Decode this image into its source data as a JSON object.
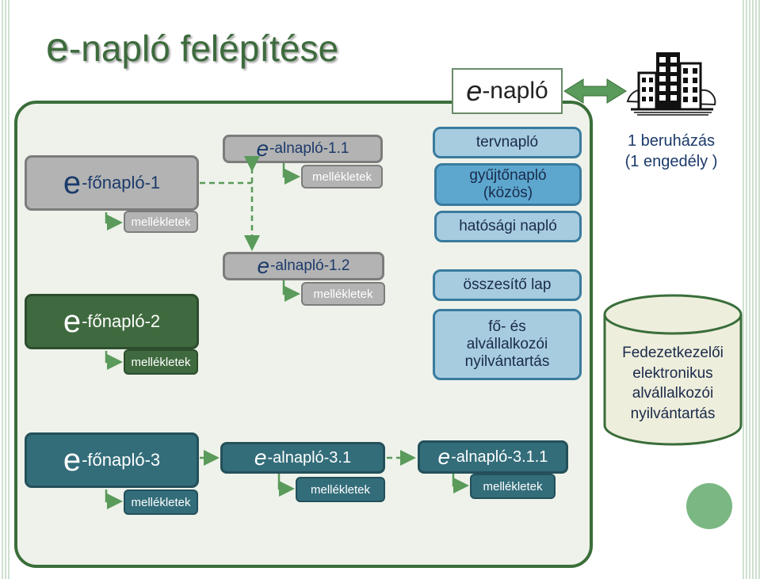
{
  "title": {
    "prefix": "e",
    "rest": "-napló felépítése"
  },
  "header_box": {
    "prefix": "e",
    "rest": "-napló"
  },
  "main_logs": [
    {
      "prefix": "e",
      "rest": "-főnapló-1",
      "attachment": "mellékletek"
    },
    {
      "prefix": "e",
      "rest": "-főnapló-2",
      "attachment": "mellékletek"
    },
    {
      "prefix": "e",
      "rest": "-főnapló-3",
      "attachment": "mellékletek"
    }
  ],
  "sub_logs": [
    {
      "prefix": "e",
      "rest": "-alnapló-1.1",
      "attachment": "mellékletek"
    },
    {
      "prefix": "e",
      "rest": "-alnapló-1.2",
      "attachment": "mellékletek"
    },
    {
      "prefix": "e",
      "rest": "-alnapló-3.1",
      "attachment": "mellékletek"
    },
    {
      "prefix": "e",
      "rest": "-alnapló-3.1.1",
      "attachment": "mellékletek"
    }
  ],
  "blue_boxes": {
    "tervnaplo": "tervnapló",
    "gyujtonaplo_1": "gyűjtőnapló",
    "gyujtonaplo_2": "(közös)",
    "hatosagi": "hatósági napló",
    "osszesito": "összesítő lap",
    "nyilv_1": "fő- és",
    "nyilv_2": "alvállalkozói",
    "nyilv_3": "nyilvántartás"
  },
  "right_side": {
    "line1": "1 beruházás",
    "line2": "(1 engedély )"
  },
  "cylinder": {
    "line1": "Fedezetkezelői",
    "line2": "elektronikus",
    "line3": "alvállalkozói",
    "line4": "nyilvántartás"
  },
  "icons": {
    "building": "building-icon"
  },
  "colors": {
    "panel_border": "#3a6e3a",
    "grey_box": "#b3b3b3",
    "green_box": "#3f6a3f",
    "teal_box": "#336d7a",
    "light_blue": "#a7cce0",
    "mid_blue": "#5da7cf",
    "arrow_green": "#5a9a5a"
  }
}
